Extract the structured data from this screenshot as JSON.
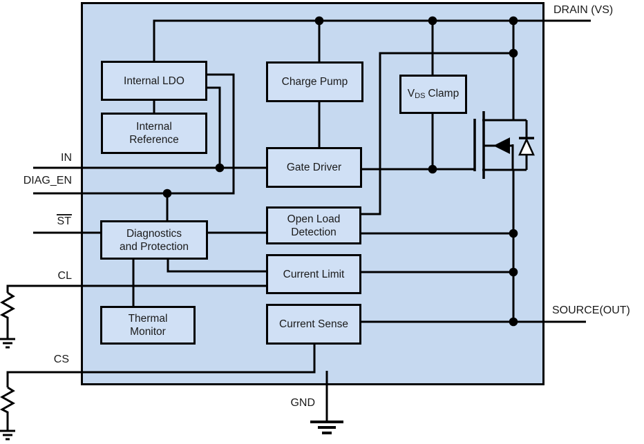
{
  "diagram": {
    "blocks": [
      {
        "id": "internal-ldo",
        "lines": [
          "Internal LDO"
        ]
      },
      {
        "id": "internal-reference",
        "lines": [
          "Internal",
          "Reference"
        ]
      },
      {
        "id": "charge-pump",
        "lines": [
          "Charge Pump"
        ]
      },
      {
        "id": "vds-clamp",
        "label_main": "V",
        "label_sub": "DS",
        "label_rest": "Clamp"
      },
      {
        "id": "gate-driver",
        "lines": [
          "Gate Driver"
        ]
      },
      {
        "id": "open-load-detection",
        "lines": [
          "Open Load",
          "Detection"
        ]
      },
      {
        "id": "diagnostics-and-protection",
        "lines": [
          "Diagnostics",
          "and Protection"
        ]
      },
      {
        "id": "current-limit",
        "lines": [
          "Current Limit"
        ]
      },
      {
        "id": "thermal-monitor",
        "lines": [
          "Thermal",
          "Monitor"
        ]
      },
      {
        "id": "current-sense",
        "lines": [
          "Current Sense"
        ]
      }
    ],
    "pins": {
      "in": "IN",
      "diag_en": "DIAG_EN",
      "st": "ST",
      "cl": "CL",
      "cs": "CS",
      "drain": "DRAIN (VS)",
      "source": "SOURCE(OUT)",
      "gnd": "GND"
    },
    "colors": {
      "chip_fill": "#c6d9f0",
      "block_fill": "#d0e0f5",
      "line": "#000000",
      "text": "#1a1a1a",
      "background": "#ffffff"
    }
  }
}
